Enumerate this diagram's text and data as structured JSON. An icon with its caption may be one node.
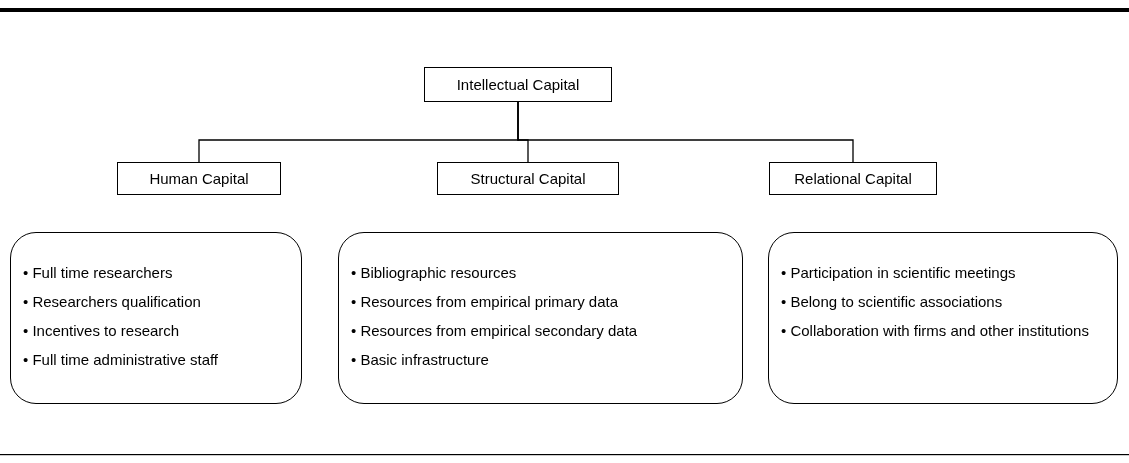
{
  "diagram": {
    "nodes": [
      {
        "text": [
          "Intellectual Capital"
        ]
      },
      {
        "text": [
          "Human Capital"
        ]
      },
      {
        "text": [
          "Structural Capital"
        ]
      },
      {
        "text": [
          "Relational Capital"
        ]
      },
      {
        "text": [
          "• Full time researchers",
          "• Researchers qualification",
          "• Incentives to research",
          "• Full time administrative staff"
        ]
      },
      {
        "text": [
          "• Bibliographic resources",
          "• Resources from empirical primary data",
          "• Resources from empirical secondary data",
          "• Basic infrastructure"
        ]
      },
      {
        "text": [
          "• Participation in scientific meetings",
          "• Belong to scientific associations",
          "• Collaboration with firms and other institutions"
        ]
      }
    ],
    "edges": [
      {
        "from": 0,
        "to": 1,
        "arrow": "none"
      },
      {
        "from": 0,
        "to": 2,
        "arrow": "none"
      },
      {
        "from": 0,
        "to": 3,
        "arrow": "none"
      }
    ]
  }
}
